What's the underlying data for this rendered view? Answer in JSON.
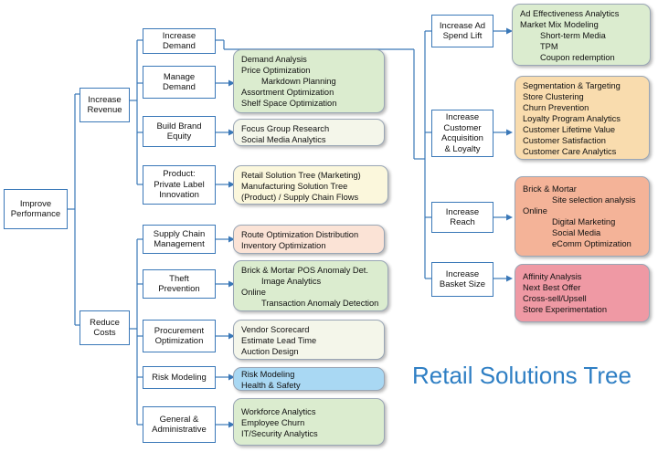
{
  "title": "Retail Solutions Tree",
  "root": "Improve\nPerformance",
  "branches": {
    "increase_revenue": "Increase\nRevenue",
    "reduce_costs": "Reduce\nCosts"
  },
  "nodes": {
    "increase_demand": "Increase\nDemand",
    "manage_demand": "Manage\nDemand",
    "build_brand": "Build Brand\nEquity",
    "private_label": "Product:\nPrivate Label\nInnovation",
    "supply_chain": "Supply Chain\nManagement",
    "theft": "Theft\nPrevention",
    "procurement": "Procurement\nOptimization",
    "risk": "Risk Modeling",
    "general": "General &\nAdministrative",
    "ad_spend": "Increase Ad\nSpend Lift",
    "acquisition": "Increase\nCustomer\nAcquisition\n& Loyalty",
    "reach": "Increase\nReach",
    "basket": "Increase\nBasket Size"
  },
  "lists": {
    "manage_demand": [
      "Demand Analysis",
      "Price Optimization",
      "Markdown Planning",
      "Assortment Optimization",
      "Shelf Space Optimization"
    ],
    "build_brand": [
      "Focus Group Research",
      "Social Media Analytics"
    ],
    "private_label": [
      "Retail Solution Tree (Marketing)",
      "Manufacturing Solution Tree",
      "(Product) / Supply Chain Flows"
    ],
    "supply_chain": [
      "Route Optimization Distribution",
      "Inventory Optimization"
    ],
    "theft": [
      "Brick & Mortar POS Anomaly Det.",
      "Image Analytics",
      "Online",
      "Transaction Anomaly Detection"
    ],
    "procurement": [
      "Vendor Scorecard",
      "Estimate Lead Time",
      "Auction Design"
    ],
    "risk": [
      "Risk Modeling",
      "Health & Safety"
    ],
    "general": [
      "Workforce Analytics",
      "Employee Churn",
      "IT/Security Analytics"
    ],
    "ad_spend": [
      "Ad Effectiveness Analytics",
      "Market Mix Modeling",
      "Short-term Media",
      "TPM",
      "Coupon redemption"
    ],
    "acquisition": [
      "Segmentation & Targeting",
      "Store Clustering",
      "Churn Prevention",
      "Loyalty Program Analytics",
      "Customer Lifetime Value",
      "Customer Satisfaction",
      "Customer Care Analytics"
    ],
    "reach": [
      "Brick & Mortar",
      "Site selection analysis",
      "Online",
      "Digital Marketing",
      "Social Media",
      "eComm Optimization"
    ],
    "basket": [
      "Affinity Analysis",
      "Next Best Offer",
      "Cross-sell/Upsell",
      "Store Experimentation"
    ]
  }
}
